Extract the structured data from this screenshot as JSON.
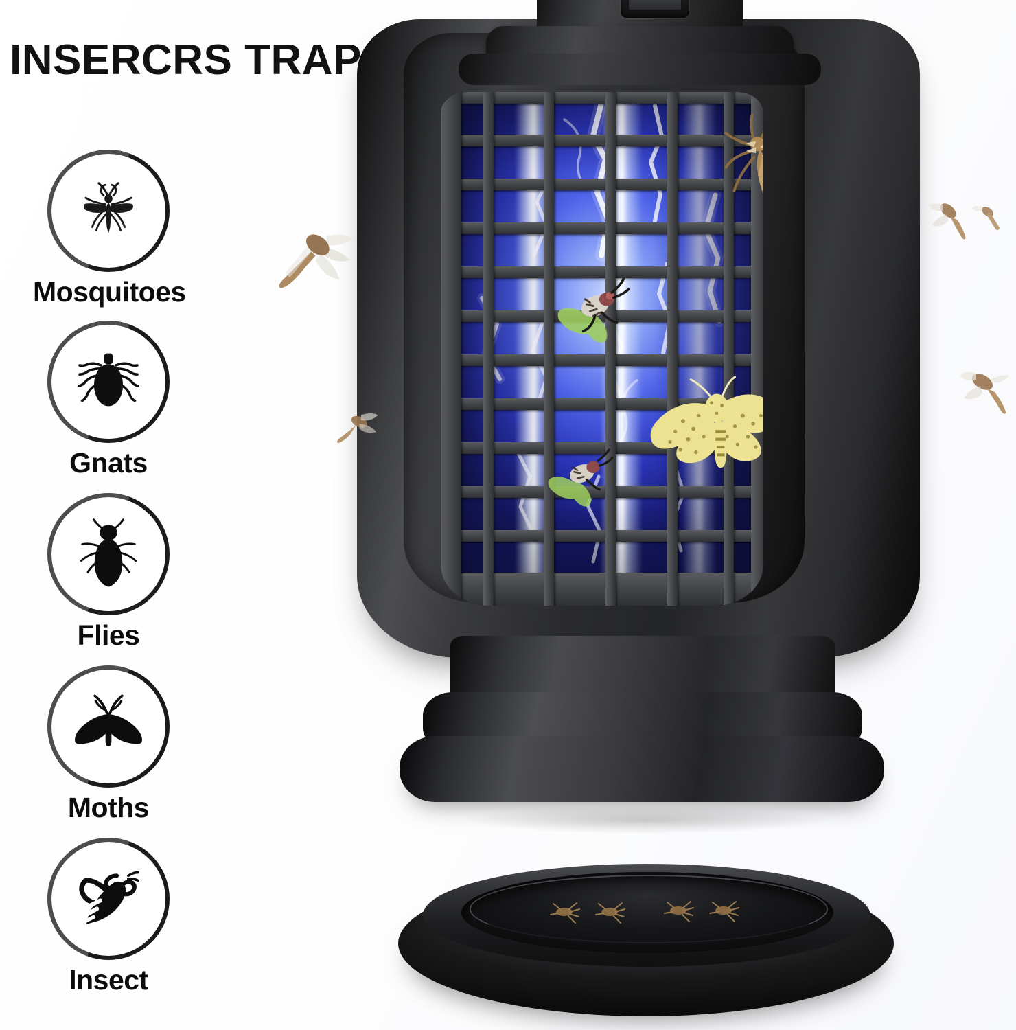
{
  "header": {
    "title": "INSERCRS TRAP"
  },
  "features": [
    {
      "id": "mosquitoes",
      "label": "Mosquitoes",
      "icon": "mosquito-icon"
    },
    {
      "id": "gnats",
      "label": "Gnats",
      "icon": "tick-icon"
    },
    {
      "id": "flies",
      "label": "Flies",
      "icon": "housefly-icon"
    },
    {
      "id": "moths",
      "label": "Moths",
      "icon": "moth-icon"
    },
    {
      "id": "insect",
      "label": "Insect",
      "icon": "bee-icon"
    }
  ],
  "product": {
    "name": "electric-bug-zapper-lantern",
    "body_color": "#2a2b2d",
    "uv_light_color": "#4f63e8",
    "arc_color": "#ffffff",
    "power_switch": {
      "name": "power-rocker-switch",
      "on_marking": "—",
      "off_marking": "○"
    },
    "grid": {
      "columns": 6,
      "rows": 11
    },
    "caught_insects_on_grid": [
      {
        "name": "mosquito-on-grid",
        "color": "#b9925f"
      },
      {
        "name": "mosquito-on-grid-2",
        "color": "#b08b59"
      },
      {
        "name": "green-fly-upper",
        "color": "#8fc05a"
      },
      {
        "name": "green-fly-lower",
        "color": "#8fc05a"
      },
      {
        "name": "yellow-moth",
        "color": "#e8e08a"
      }
    ],
    "flying_insects_count": 5,
    "tray": {
      "name": "removable-collection-tray",
      "dead_insects_count": 4,
      "dead_insect_color": "#9a7a52"
    }
  },
  "colors": {
    "background": "#ffffff",
    "title_text": "#111213",
    "label_text": "#0c0c0c",
    "badge_ring": "#1b1b1b"
  }
}
